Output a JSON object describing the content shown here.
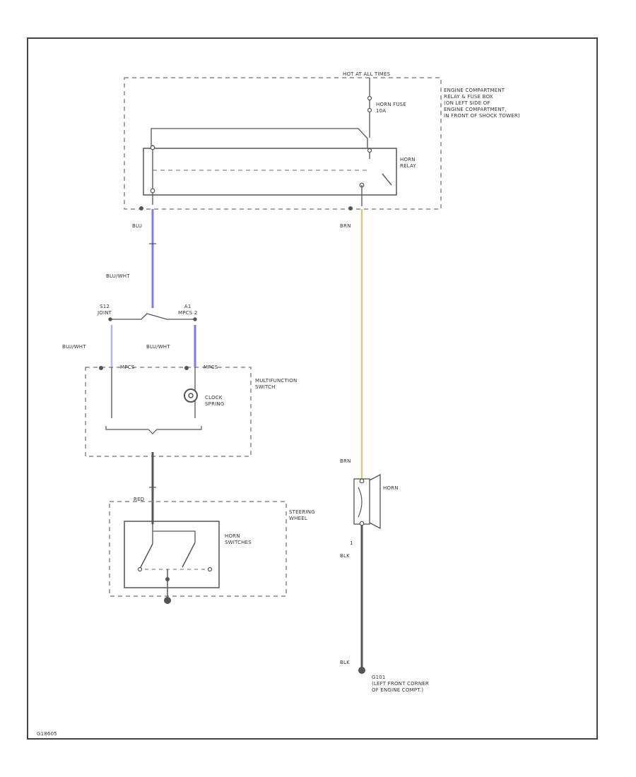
{
  "colors": {
    "frame": "#444444",
    "wire_black": "#555555",
    "wire_blue": "#7b7bf0",
    "wire_light_blue": "#b5b5f5",
    "wire_brown": "#e8c27a",
    "dashed_box": "#888888"
  },
  "labels": {
    "hot_fuses": "HOT AT ALL TIMES",
    "fuse": "HORN FUSE\n10A",
    "engine_box": "ENGINE COMPARTMENT\nRELAY & FUSE BOX\n(ON LEFT SIDE OF\nENGINE COMPARTMENT,\nIN FRONT OF SHOCK TOWER)",
    "horn_relay": "HORN\nRELAY",
    "wire_blk_top": "BLU",
    "wire_brn_top": "BRN",
    "wire_bluwht_main": "BLU/WHT",
    "connector_left": "S12\nJOINT",
    "connector_right": "A1\nMPCS 2",
    "wire_bluwht_left": "BLU/WHT",
    "wire_bluwht_right": "BLU/WHT",
    "mfs_pin_left": "MPCS",
    "mfs_pin_right": "MPCS",
    "multifunction_switch": "MULTIFUNCTION\nSWITCH",
    "clock_spring": "CLOCK\nSPRING",
    "wire_red": "RED",
    "steering_wheel": "STEERING\nWHEEL",
    "horn_switches": "HORN\nSWITCHES",
    "wire_brn_horn": "BRN",
    "horn": "HORN",
    "horn_pin": "1",
    "wire_blk_horn": "BLK",
    "wire_blk_ground": "BLK",
    "ground": "G101\n(LEFT FRONT CORNER\nOF ENGINE COMPT.)",
    "figure_id": "G18605"
  }
}
